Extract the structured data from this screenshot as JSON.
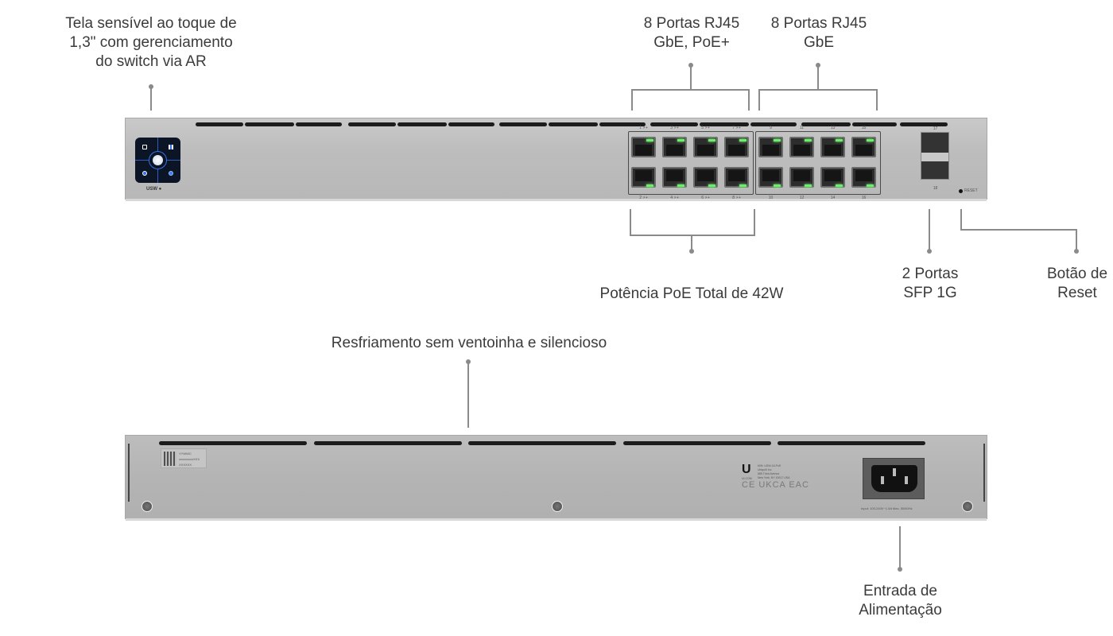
{
  "callouts": {
    "touchscreen": [
      "Tela sensível ao toque de",
      "1,3\" com gerenciamento",
      "do switch via AR"
    ],
    "poe_ports": [
      "8 Portas RJ45",
      "GbE, PoE+"
    ],
    "gbe_ports": [
      "8 Portas RJ45",
      "GbE"
    ],
    "poe_budget": "Potência PoE Total de 42W",
    "sfp_ports": [
      "2 Portas",
      "SFP 1G"
    ],
    "reset_button": [
      "Botão de",
      "Reset"
    ],
    "cooling": "Resfriamento sem ventoinha e silencioso",
    "power_input": [
      "Entrada de",
      "Alimentação"
    ]
  },
  "front_panel": {
    "model_badge": "USW",
    "port_labels_top": [
      "1",
      "3",
      "5",
      "7",
      "9",
      "11",
      "13",
      "15"
    ],
    "port_labels_bottom": [
      "2",
      "4",
      "6",
      "8",
      "10",
      "12",
      "14",
      "16"
    ],
    "poe_marker": "⚡+",
    "sfp_labels": [
      "17",
      "18"
    ],
    "reset_label": "RESET",
    "led_color": "#6cf06c"
  },
  "back_panel": {
    "sticker_lines": [
      "YYWWC",
      "xxxxxxxxxXXX",
      "XXXXXX"
    ],
    "reg_lines": [
      "M/N: USW-16-PoE",
      "Ubiquiti Inc.",
      "685 Third Avenue",
      "New York, NY 10017 USA"
    ],
    "brand_url": "UI.COM",
    "certifications": "CE UKCA EAC",
    "power_rating": "Input: 100-240V~1.5A Max, 50/60Hz"
  }
}
